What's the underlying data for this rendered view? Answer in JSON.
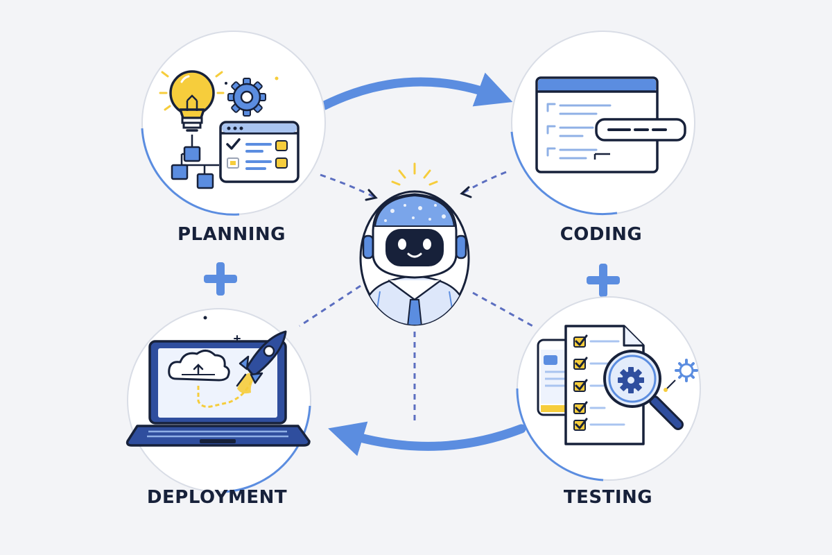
{
  "stages": {
    "planning": {
      "label": "PLANNING"
    },
    "coding": {
      "label": "CODING"
    },
    "testing": {
      "label": "TESTING"
    },
    "deployment": {
      "label": "DEPLOYMENT"
    }
  },
  "center": {
    "icon": "robot-assistant-icon"
  },
  "icons": {
    "planning": [
      "lightbulb-icon",
      "gear-icon",
      "checklist-window-icon",
      "flowchart-icon"
    ],
    "coding": [
      "code-editor-window-icon",
      "code-snippet-icon"
    ],
    "testing": [
      "phone-icon",
      "test-checklist-document-icon",
      "magnifier-icon",
      "gear-icon"
    ],
    "deployment": [
      "laptop-icon",
      "cloud-upload-icon",
      "rocket-icon"
    ]
  },
  "colors": {
    "background": "#f3f4f7",
    "accent_blue": "#5b8de0",
    "dark_navy": "#17213a",
    "accent_yellow": "#f6cd3c",
    "circle_fill": "#ffffff"
  }
}
